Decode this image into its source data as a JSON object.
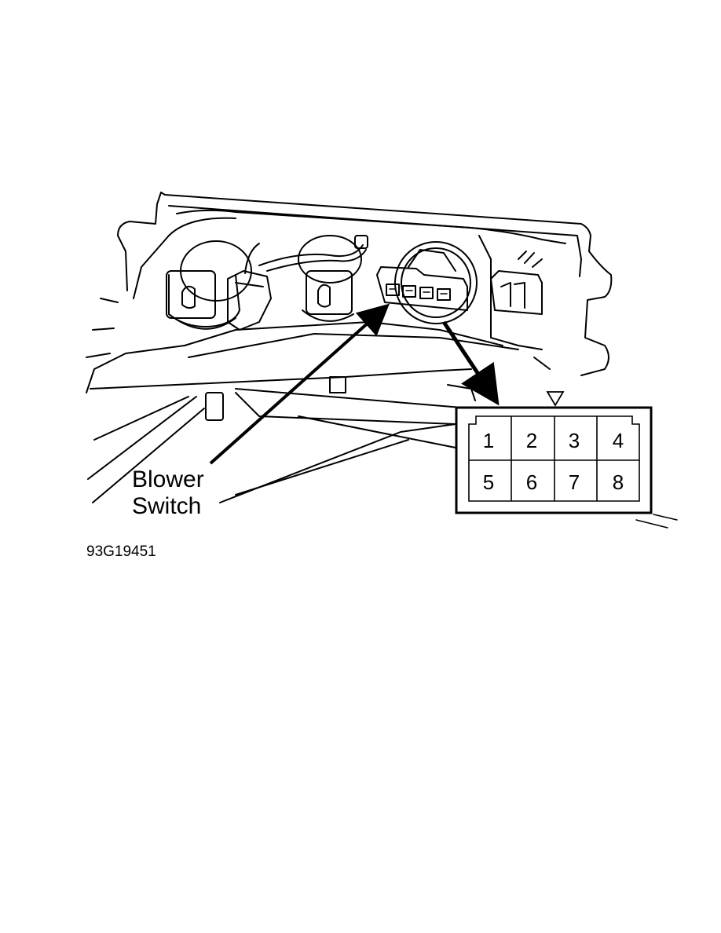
{
  "diagram": {
    "callout_label": [
      "Blower",
      "Switch"
    ],
    "figure_code": "93G19451"
  },
  "connector": {
    "pins": [
      "1",
      "2",
      "3",
      "4",
      "5",
      "6",
      "7",
      "8"
    ]
  }
}
